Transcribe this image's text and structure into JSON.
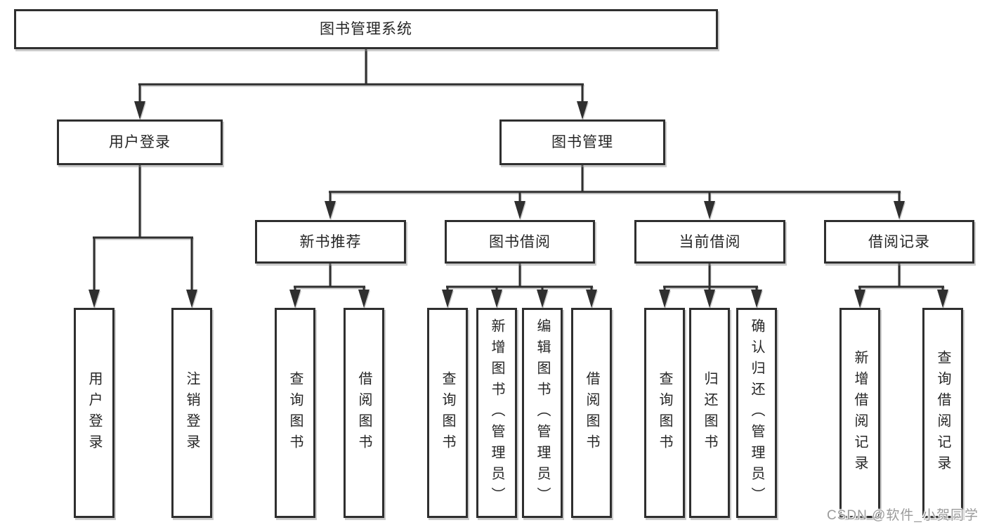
{
  "tree": {
    "root": {
      "label": "图书管理系统"
    },
    "level1": [
      {
        "label": "用户登录"
      },
      {
        "label": "图书管理"
      }
    ],
    "level2": [
      {
        "label": "新书推荐"
      },
      {
        "label": "图书借阅"
      },
      {
        "label": "当前借阅"
      },
      {
        "label": "借阅记录"
      }
    ],
    "leaves": [
      {
        "label": "用户登录"
      },
      {
        "label": "注销登录"
      },
      {
        "label": "查询图书"
      },
      {
        "label": "借阅图书"
      },
      {
        "label": "查询图书"
      },
      {
        "label": "新增图书（管理员）"
      },
      {
        "label": "编辑图书（管理员）"
      },
      {
        "label": "借阅图书"
      },
      {
        "label": "查询图书"
      },
      {
        "label": "归还图书"
      },
      {
        "label": "确认归还（管理员）"
      },
      {
        "label": "新增借阅记录"
      },
      {
        "label": "查询借阅记录"
      }
    ]
  },
  "watermark": {
    "text": "CSDN @软件_小贺同学"
  },
  "colors": {
    "line": "#2f2f2f",
    "box_border": "#2f2f2f",
    "box_bg": "#ffffff",
    "text": "#262626",
    "watermark": "#9b9b9b"
  }
}
